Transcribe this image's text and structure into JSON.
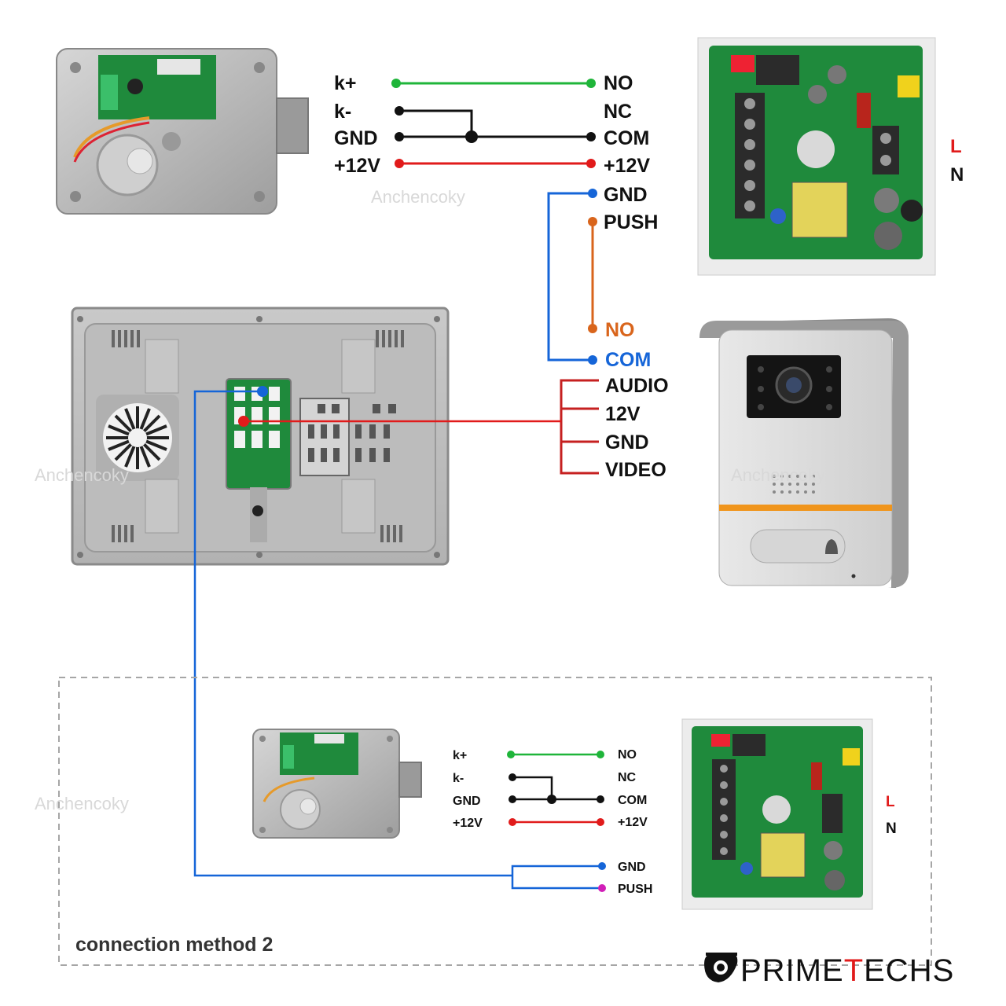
{
  "diagram": {
    "method1": {
      "lock_terminals": [
        "k+",
        "k-",
        "GND",
        "+12V"
      ],
      "power_terminals": [
        "NO",
        "NC",
        "COM",
        "+12V",
        "GND",
        "PUSH"
      ],
      "mains_L": "L",
      "mains_N": "N",
      "camera_relay": [
        "NO",
        "COM"
      ],
      "camera_signals": [
        "AUDIO",
        "12V",
        "GND",
        "VIDEO"
      ]
    },
    "method2": {
      "title": "connection method 2",
      "lock_terminals": [
        "k+",
        "k-",
        "GND",
        "+12V"
      ],
      "power_terminals": [
        "NO",
        "NC",
        "COM",
        "+12V",
        "GND",
        "PUSH"
      ],
      "mains_L": "L",
      "mains_N": "N"
    },
    "watermark": "Anchencoky",
    "brand": {
      "prime": "PRIME",
      "t": "T",
      "echs": "ECHS"
    },
    "colors": {
      "green": "#1fb53a",
      "black": "#111111",
      "red": "#e11b1b",
      "blue": "#1565d8",
      "orange": "#d9651c",
      "magenta": "#d11fb8",
      "pcb": "#1f8a3c",
      "metal": "#b9b9b9"
    }
  }
}
